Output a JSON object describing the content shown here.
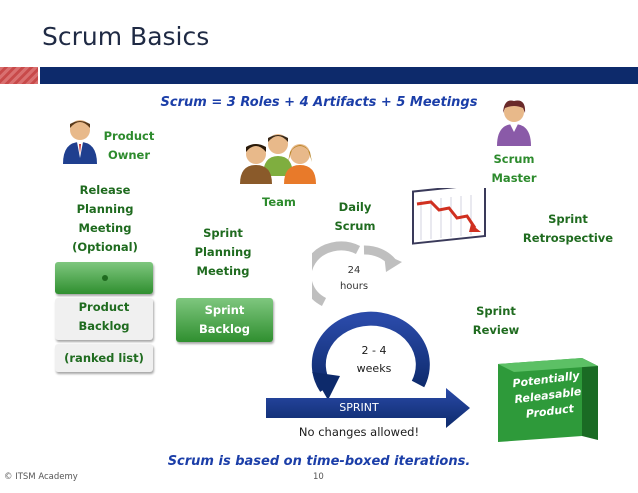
{
  "title": "Scrum Basics",
  "heading": "Scrum = 3 Roles + 4 Artifacts + 5 Meetings",
  "roles": {
    "product_owner": "Product Owner",
    "team": "Team",
    "scrum_master": "Scrum Master"
  },
  "meetings": {
    "release_planning": [
      "Release",
      "Planning",
      "Meeting",
      "(Optional)"
    ],
    "sprint_planning": [
      "Sprint",
      "Planning",
      "Meeting"
    ],
    "daily_scrum": [
      "Daily",
      "Scrum"
    ],
    "sprint_retrospective": [
      "Sprint",
      "Retrospective"
    ],
    "sprint_review": [
      "Sprint",
      "Review"
    ]
  },
  "artifacts": {
    "product_backlog": [
      "Product",
      "Backlog"
    ],
    "ranked_list": "(ranked list)",
    "sprint_backlog": [
      "Sprint",
      "Backlog"
    ],
    "potentially_releasable": [
      "Potentially",
      "Releasable",
      "Product"
    ]
  },
  "cycle": {
    "daily": [
      "24",
      "hours"
    ],
    "sprint_length": [
      "2 - 4",
      "weeks"
    ],
    "sprint_label": "SPRINT",
    "no_changes": "No changes allowed!"
  },
  "footer": {
    "message": "Scrum is based on time-boxed iterations.",
    "copyright": "© ITSM Academy",
    "page": "10"
  },
  "colors": {
    "title": "#1f2a44",
    "accent_blue": "#1b3ea8",
    "dark_navy": "#0d2a6b",
    "green": "#2d8b2d"
  }
}
